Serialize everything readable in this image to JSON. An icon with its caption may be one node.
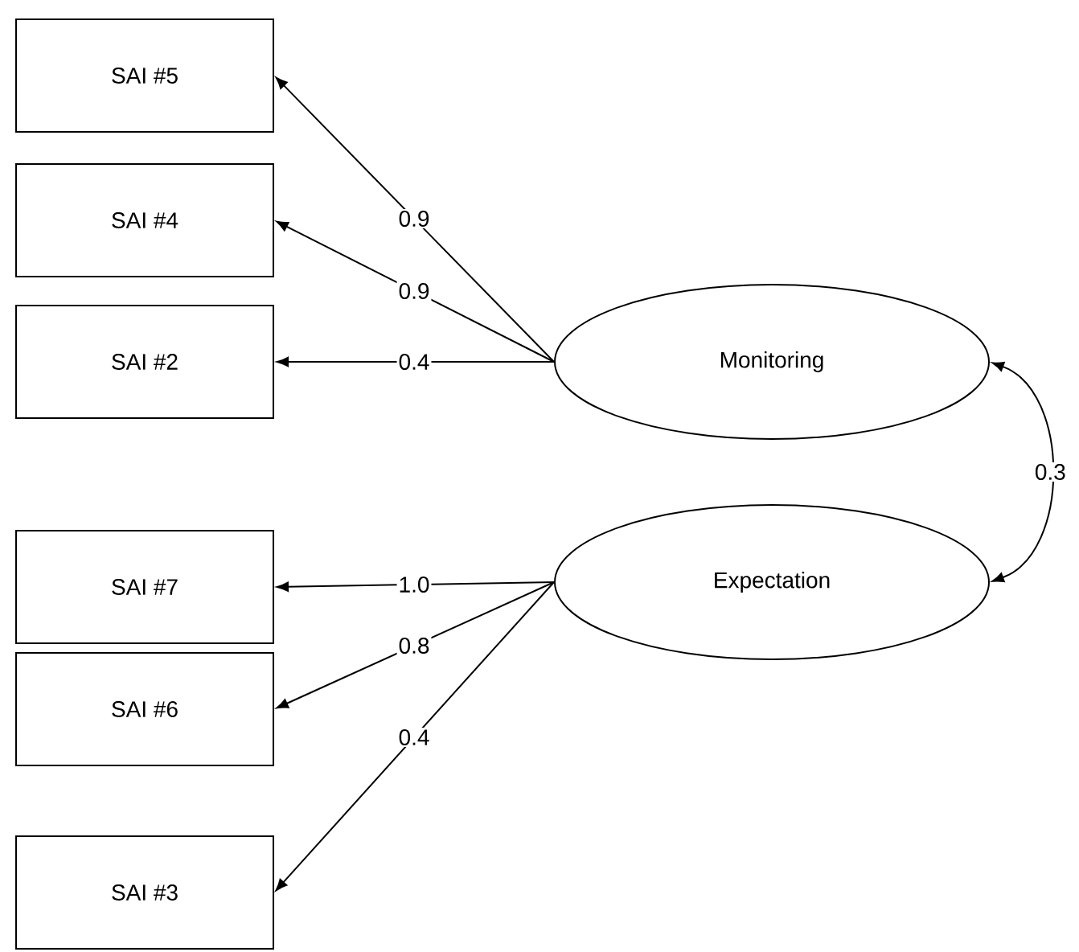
{
  "diagram": {
    "nodes": [
      {
        "text": [
          "SAI #5"
        ]
      },
      {
        "text": [
          "SAI #4"
        ]
      },
      {
        "text": [
          "SAI #2"
        ]
      },
      {
        "text": [
          "Monitoring"
        ]
      },
      {
        "text": [
          "SAI #7"
        ]
      },
      {
        "text": [
          "Expectation"
        ]
      },
      {
        "text": [
          "SAI #6"
        ]
      },
      {
        "text": [
          "SAI #3"
        ]
      }
    ],
    "edges": [
      {
        "from": 3,
        "to": 0,
        "arrow": "to",
        "label": "0.9"
      },
      {
        "from": 3,
        "to": 1,
        "arrow": "to",
        "label": "0.9"
      },
      {
        "from": 3,
        "to": 2,
        "arrow": "to",
        "label": "0.4"
      },
      {
        "from": 5,
        "to": 4,
        "arrow": "to",
        "label": "1.0"
      },
      {
        "from": 5,
        "to": 6,
        "arrow": "to",
        "label": "0.8"
      },
      {
        "from": 5,
        "to": 7,
        "arrow": "to",
        "label": "0.4"
      },
      {
        "from": 3,
        "to": 5,
        "arrow": "both",
        "label": "0.3"
      }
    ]
  }
}
